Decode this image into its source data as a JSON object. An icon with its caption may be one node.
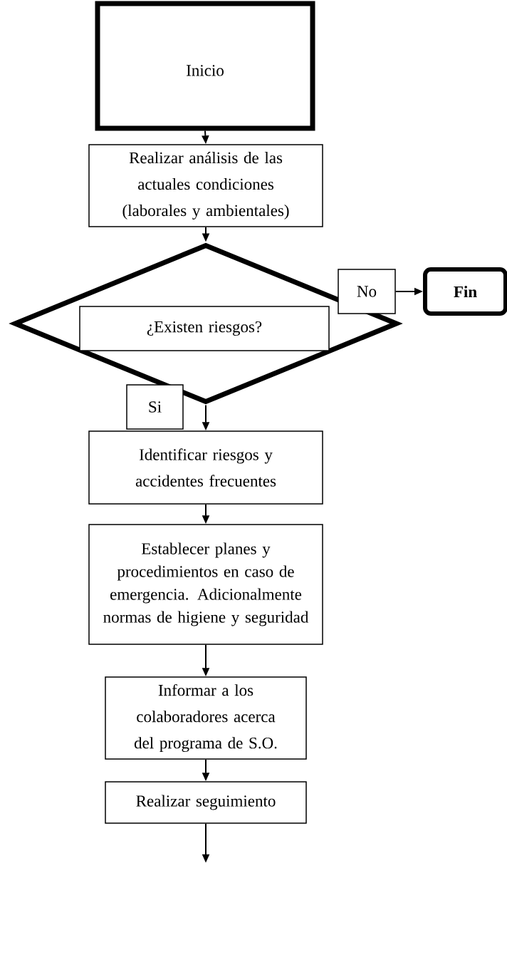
{
  "diagram": {
    "nodes": [
      {
        "text": [
          "Inicio"
        ]
      },
      {
        "text": [
          "Realizar análisis de las actuales condiciones (laborales y ambientales)"
        ]
      },
      {
        "text": [],
        "shape": "diamond"
      },
      {
        "text": [
          "¿Existen riesgos?"
        ],
        "in": 2
      },
      {
        "text": [
          "No"
        ]
      },
      {
        "text": [
          "Fin"
        ]
      },
      {
        "text": [
          "Si"
        ]
      },
      {
        "text": [
          "Identificar riesgos y accidentes frecuentes"
        ]
      },
      {
        "text": [
          "Establecer planes y procedimientos en caso de emergencia. Adicionalmente normas de higiene y seguridad"
        ]
      },
      {
        "text": [
          "Informar a los colaboradores acerca del programa de S.O."
        ]
      },
      {
        "text": [
          "Realizar seguimiento"
        ]
      }
    ],
    "edges": [
      {
        "from": 0,
        "to": 1,
        "arrow": "to"
      },
      {
        "from": 1,
        "to": 2,
        "arrow": "to"
      },
      {
        "from": 4,
        "to": 5,
        "arrow": "to"
      },
      {
        "from": 2,
        "to": 7,
        "arrow": "to"
      },
      {
        "from": 7,
        "to": 8,
        "arrow": "to"
      },
      {
        "from": 8,
        "to": 9,
        "arrow": "to"
      },
      {
        "from": 9,
        "to": 10,
        "arrow": "to"
      },
      {
        "from": 10,
        "to": null,
        "arrow": "to"
      }
    ]
  }
}
